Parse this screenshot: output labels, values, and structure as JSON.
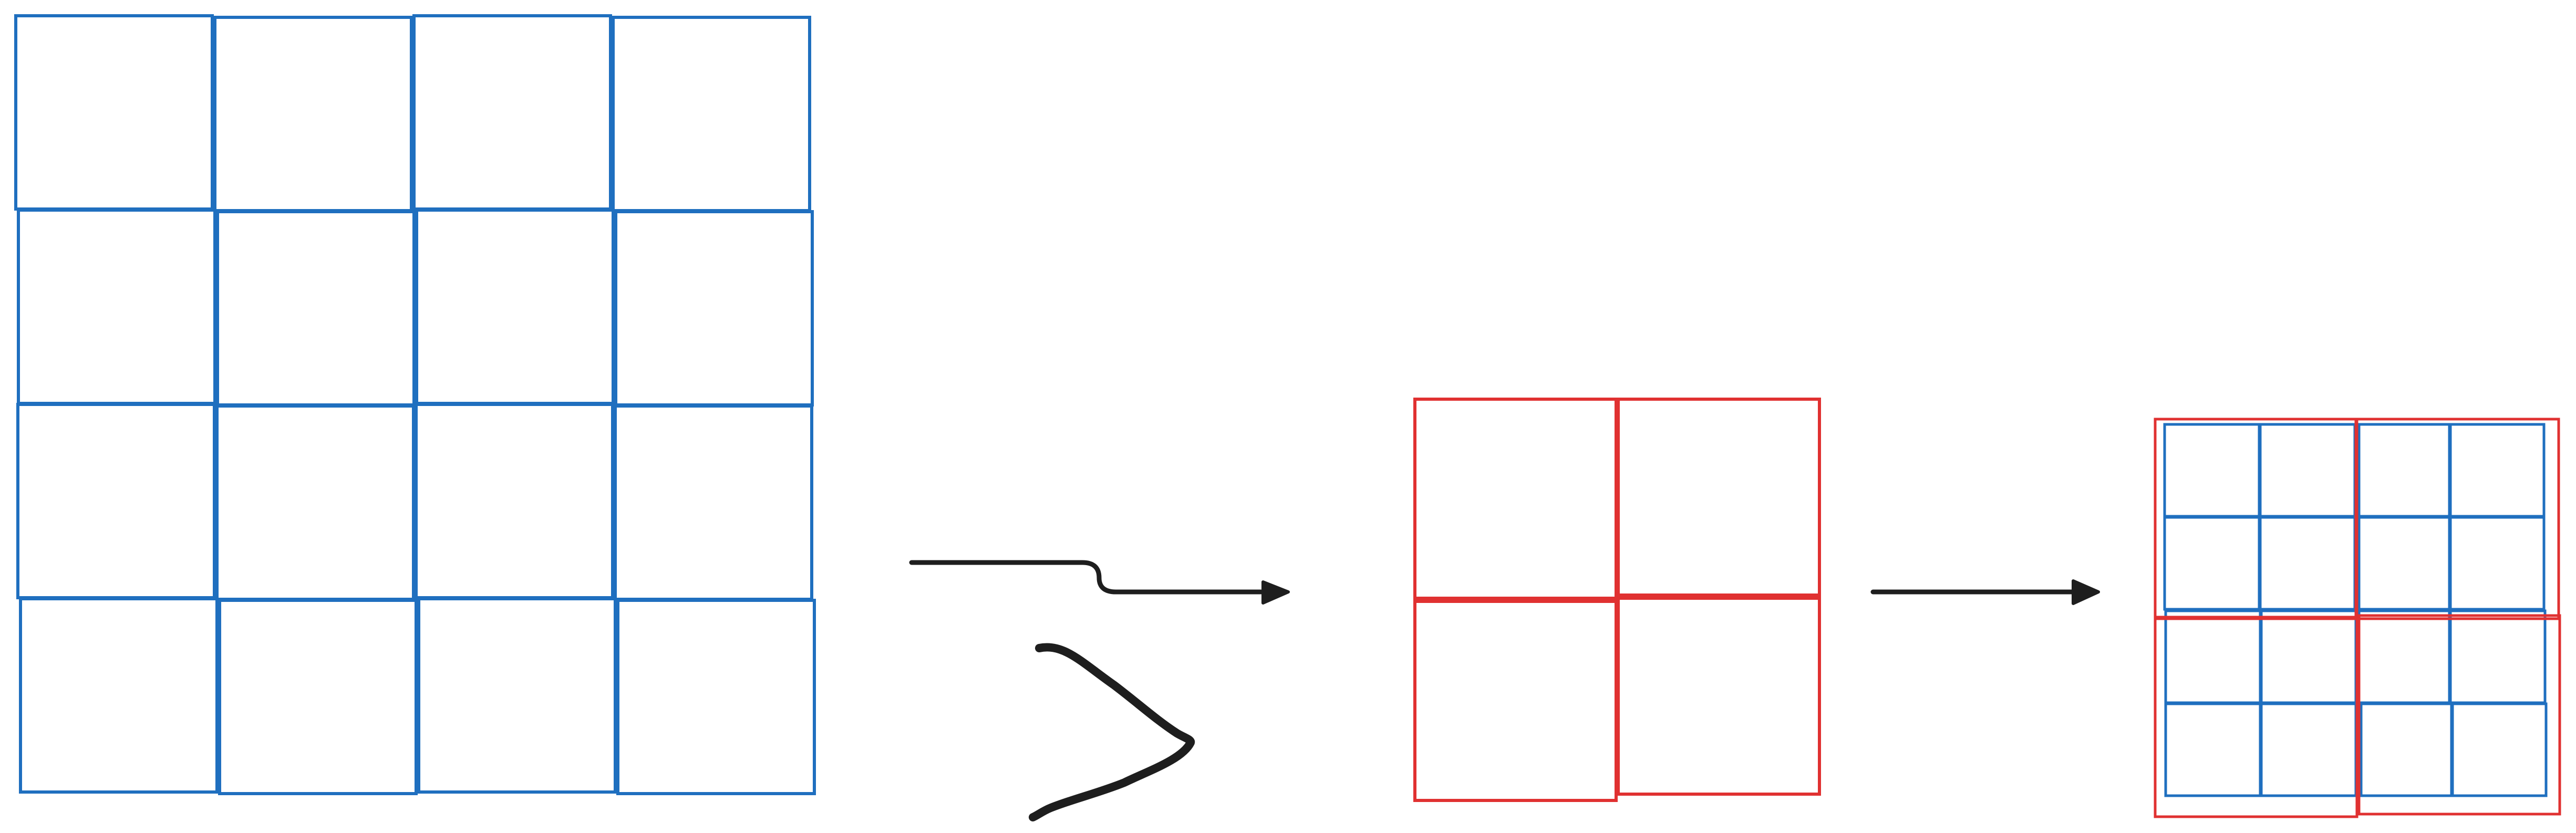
{
  "colors": {
    "background": "#ffffff",
    "blue": "#1f6fbf",
    "red": "#e03131",
    "ink": "#1e1e1e"
  },
  "icons": {
    "transition_arrow_1": "curved-arrow-right",
    "greater_than_symbol": "greater-than",
    "transition_arrow_2": "arrow-right"
  },
  "panels": [
    {
      "name": "blue-grid-4x4",
      "rows": 4,
      "cols": 4,
      "color_key": "blue"
    },
    {
      "name": "red-grid-2x2",
      "rows": 2,
      "cols": 2,
      "color_key": "red"
    },
    {
      "name": "combined-grid",
      "red_rows": 2,
      "red_cols": 2,
      "blue_per_red": 2,
      "color_keys": [
        "red",
        "blue"
      ]
    }
  ]
}
